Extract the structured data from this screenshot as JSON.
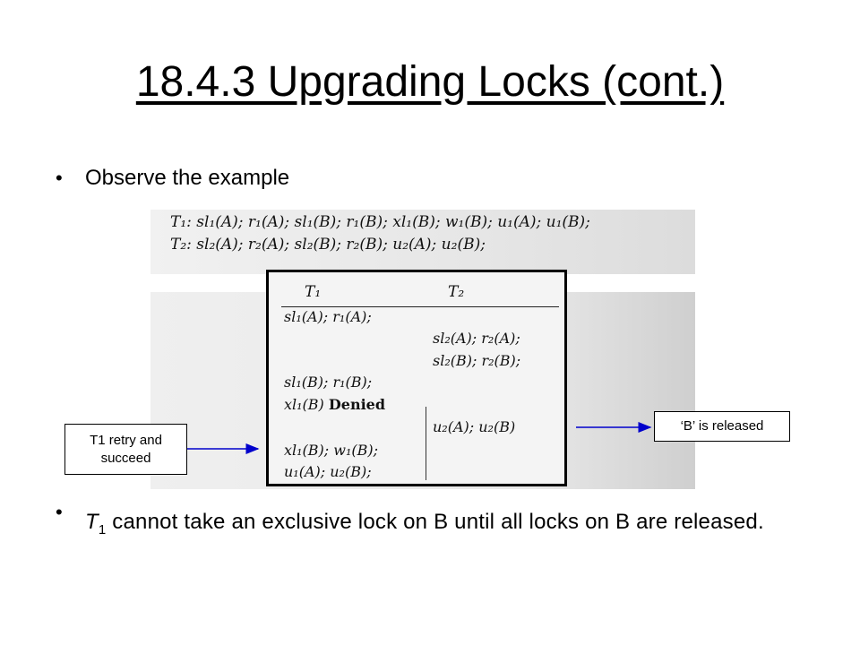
{
  "title": "18.4.3 Upgrading Locks (cont.)",
  "bullets": [
    {
      "text": "Observe the example"
    },
    {
      "prefix": "T",
      "sub": "1",
      "text": " cannot take an exclusive lock on B until all locks on B are released."
    }
  ],
  "sequences": {
    "t1": "T₁:  sl₁(A); r₁(A); sl₁(B); r₁(B); xl₁(B); w₁(B); u₁(A); u₁(B);",
    "t2": "T₂:  sl₂(A); r₂(A); sl₂(B); r₂(B); u₂(A); u₂(B);"
  },
  "table": {
    "headers": [
      "T₁",
      "T₂"
    ],
    "rows": [
      {
        "t1": "sl₁(A); r₁(A);",
        "t2": ""
      },
      {
        "t1": "",
        "t2": "sl₂(A); r₂(A);"
      },
      {
        "t1": "",
        "t2": "sl₂(B); r₂(B);"
      },
      {
        "t1": "sl₁(B); r₁(B);",
        "t2": ""
      },
      {
        "t1": "xl₁(B)",
        "t1_suffix": "Denied",
        "t2": ""
      },
      {
        "t1": "",
        "t2": "u₂(A); u₂(B)"
      },
      {
        "t1": "xl₁(B); w₁(B);",
        "t2": ""
      },
      {
        "t1": "u₁(A); u₂(B);",
        "t2": ""
      }
    ]
  },
  "callouts": {
    "left": "T1 retry and succeed",
    "right": "‘B’ is released"
  },
  "colors": {
    "arrow": "#0000cc"
  }
}
